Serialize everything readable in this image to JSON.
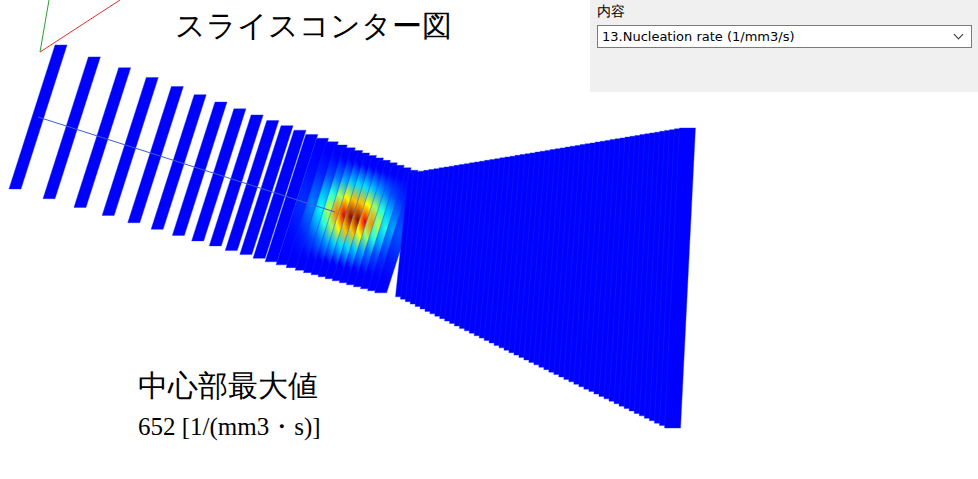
{
  "diagram": {
    "title": "スライスコンター図",
    "nodes": [
      {
        "text": [
          "内容"
        ]
      },
      {
        "text": [
          "13.Nucleation rate (1/mm3/s)"
        ],
        "in": 0
      }
    ],
    "labels": [
      "中心部最大値",
      "652 [1/(mm3・s)]"
    ]
  }
}
